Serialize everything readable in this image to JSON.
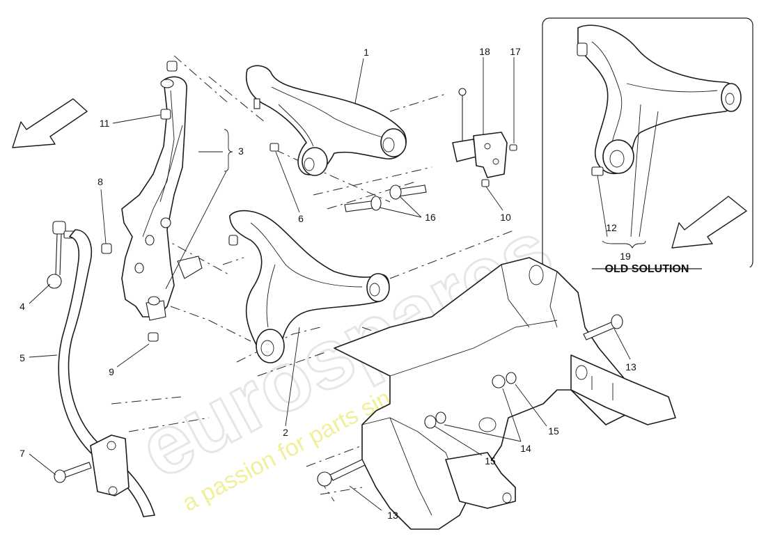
{
  "watermark": {
    "logo_text": "eurospares",
    "tagline": "a passion for parts since 1985"
  },
  "inset": {
    "title": "OLD SOLUTION"
  },
  "callouts": {
    "c1": "1",
    "c2": "2",
    "c3": "3",
    "c4": "4",
    "c5": "5",
    "c6": "6",
    "c7": "7",
    "c8": "8",
    "c9": "9",
    "c10": "10",
    "c11": "11",
    "c12": "12",
    "c13a": "13",
    "c13b": "13",
    "c14": "14",
    "c15a": "15",
    "c15b": "15",
    "c16": "16",
    "c17": "17",
    "c18": "18",
    "c19": "19"
  },
  "icons": [
    "direction-arrow-icon"
  ]
}
